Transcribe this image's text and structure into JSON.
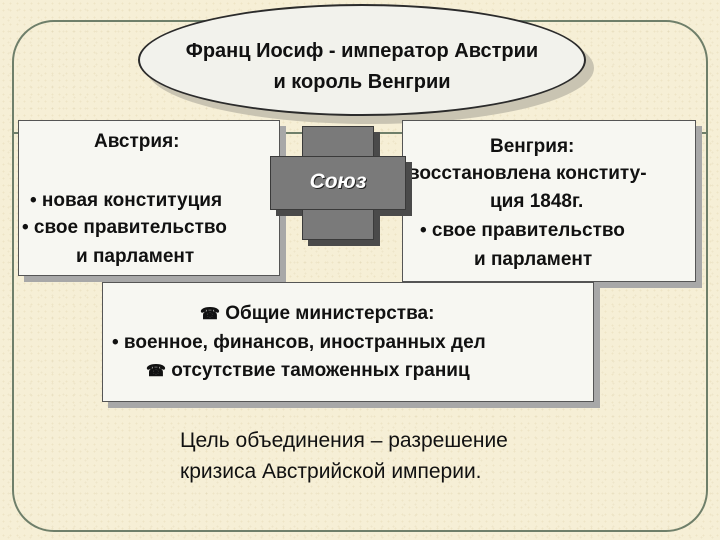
{
  "title": {
    "line1": "Франц Иосиф - император Австрии",
    "line2": "и король Венгрии"
  },
  "union_label": "Союз",
  "austria": {
    "heading": "Австрия:",
    "items": [
      "• новая конституция",
      "• свое правительство",
      "и парламент"
    ]
  },
  "hungary": {
    "heading": "Венгрия:",
    "items": [
      "восстановлена конститу-",
      "ция 1848г.",
      "• свое правительство",
      "и парламент"
    ]
  },
  "common": {
    "line1": "Общие министерства:",
    "line2": "• военное, финансов, иностранных дел",
    "line3": "отсутствие таможенных границ",
    "icon": "telephone-icon"
  },
  "goal": {
    "line1": "Цель объединения – разрешение",
    "line2": "кризиса Австрийской империи."
  },
  "colors": {
    "background": "#f6efd6",
    "cross": "#7a7a7a",
    "frame": "#6f7f6a"
  }
}
